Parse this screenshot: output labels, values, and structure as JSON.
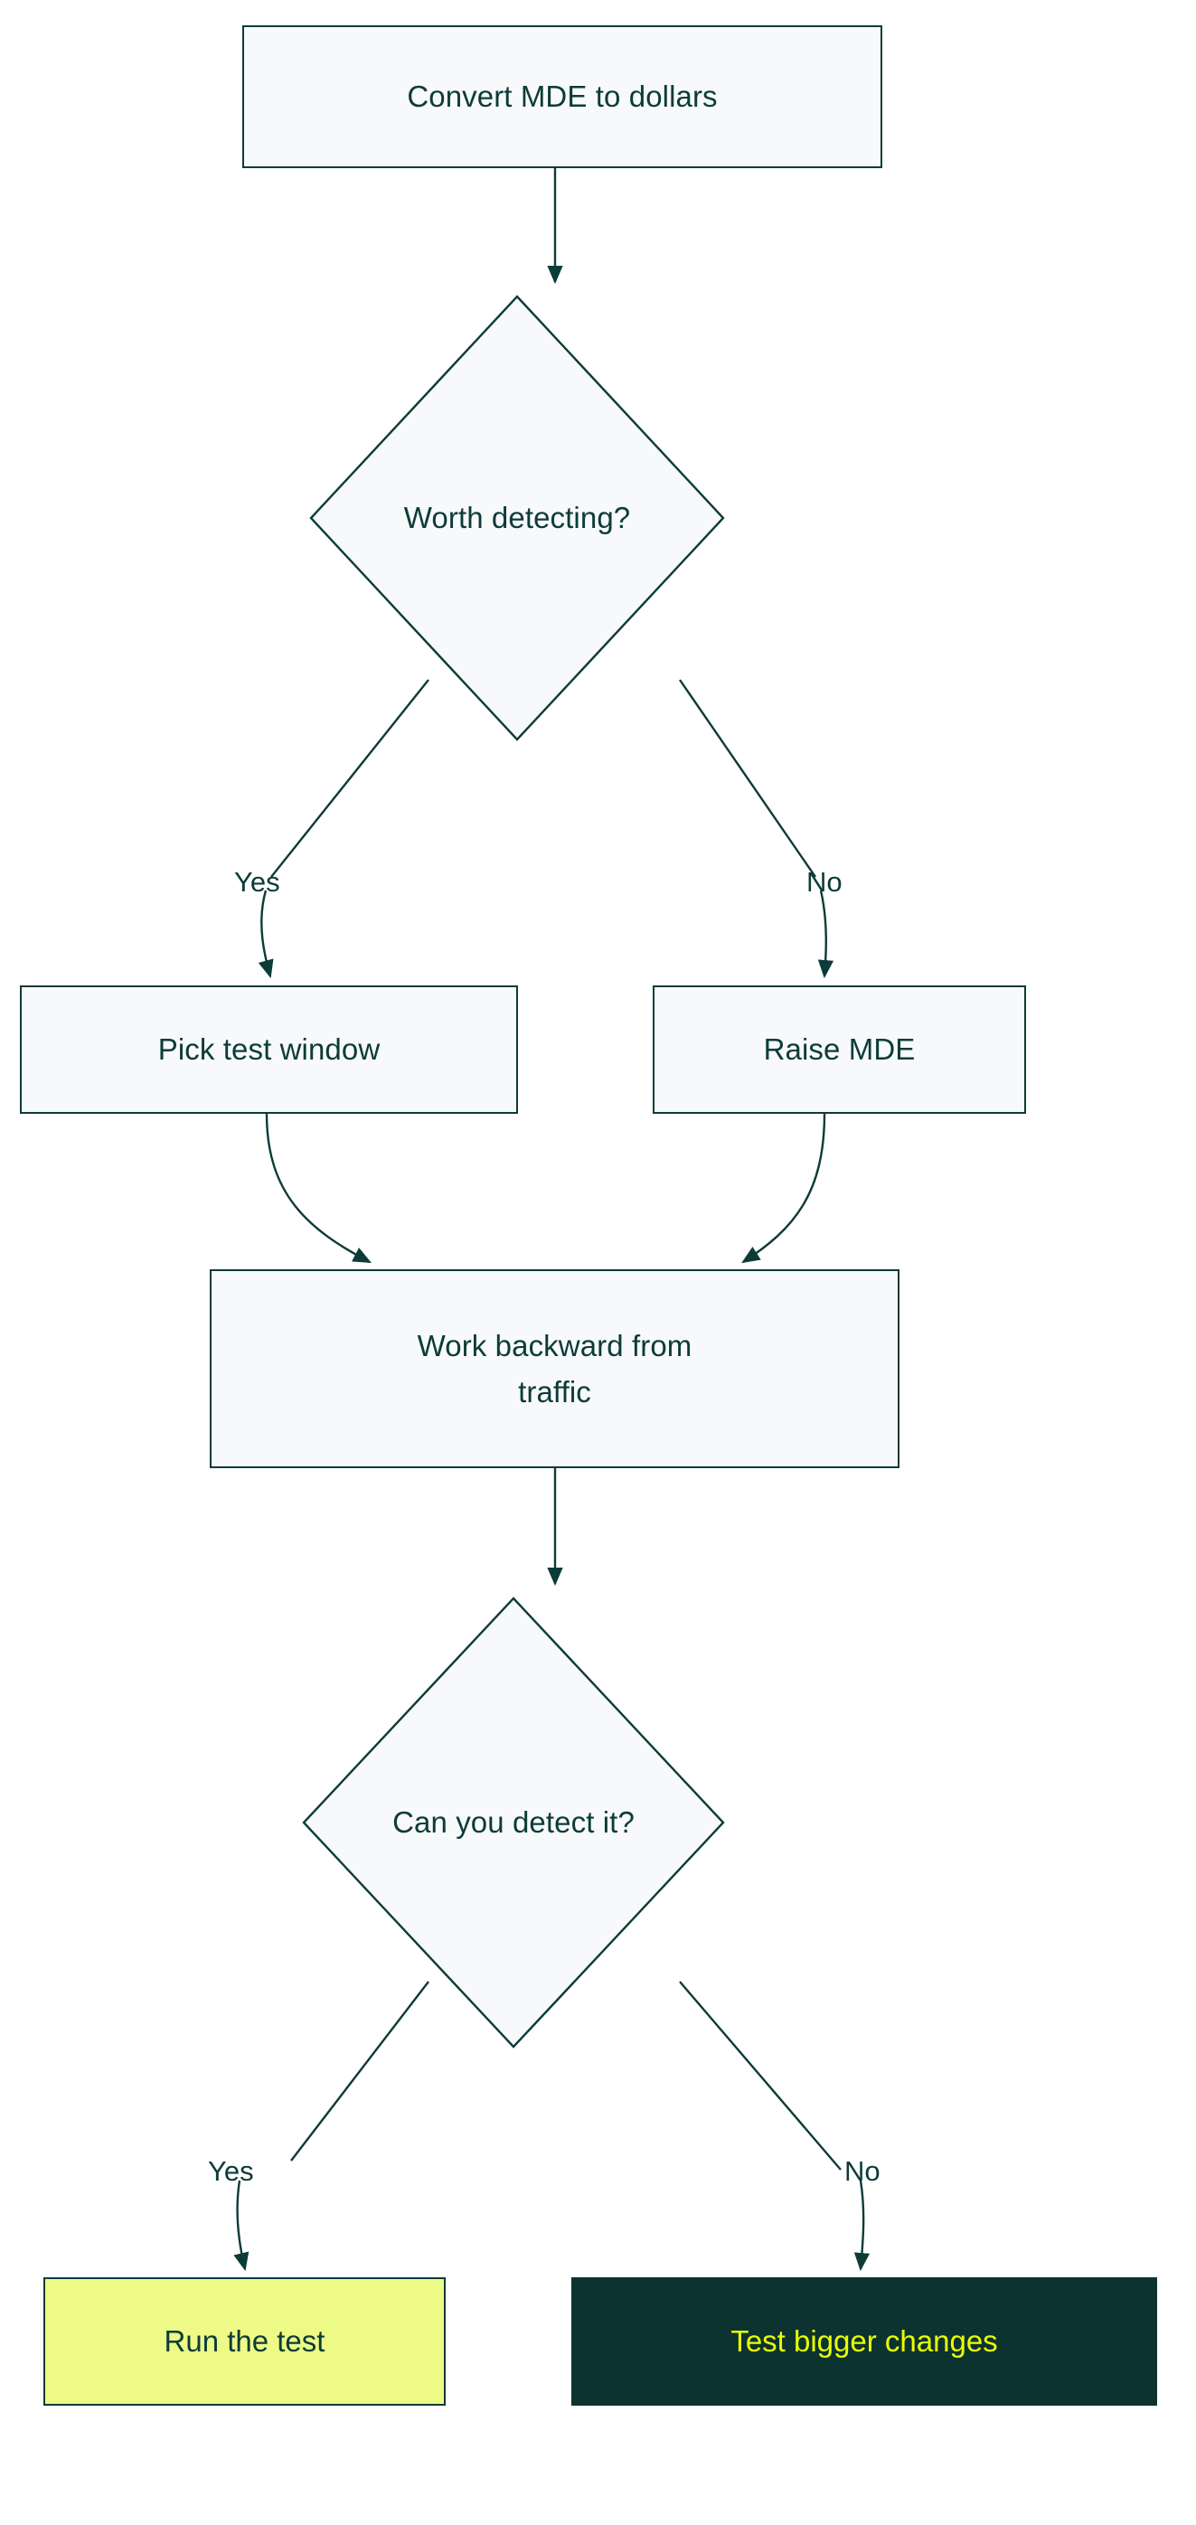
{
  "diagram": {
    "type": "flowchart",
    "title": "",
    "orientation": "top-down",
    "colors": {
      "node_fill": "#f7f9fa",
      "node_stroke": "#0d3b38",
      "text": "#0d3b38",
      "edge": "#0d3b38",
      "highlight_yes_fill": "#eefa86",
      "highlight_no_fill": "#0d3330",
      "highlight_no_text": "#e9ff00",
      "background": "#ffffff"
    },
    "nodes": [
      {
        "id": "convert",
        "shape": "rectangle",
        "label": "Convert MDE to dollars"
      },
      {
        "id": "worth",
        "shape": "diamond",
        "label": "Worth detecting?"
      },
      {
        "id": "pick",
        "shape": "rectangle",
        "label": "Pick test window"
      },
      {
        "id": "raise",
        "shape": "rectangle",
        "label": "Raise MDE"
      },
      {
        "id": "backward",
        "shape": "rectangle",
        "label_line1": "Work backward from",
        "label_line2": "traffic"
      },
      {
        "id": "candetect",
        "shape": "diamond",
        "label": "Can you detect it?"
      },
      {
        "id": "runtest",
        "shape": "rectangle",
        "label": "Run the test"
      },
      {
        "id": "bigger",
        "shape": "rectangle",
        "label": "Test bigger changes"
      }
    ],
    "edges": [
      {
        "from": "convert",
        "to": "worth",
        "label": ""
      },
      {
        "from": "worth",
        "to": "pick",
        "label": "Yes"
      },
      {
        "from": "worth",
        "to": "raise",
        "label": "No"
      },
      {
        "from": "pick",
        "to": "backward",
        "label": ""
      },
      {
        "from": "raise",
        "to": "backward",
        "label": ""
      },
      {
        "from": "backward",
        "to": "candetect",
        "label": ""
      },
      {
        "from": "candetect",
        "to": "runtest",
        "label": "Yes"
      },
      {
        "from": "candetect",
        "to": "bigger",
        "label": "No"
      }
    ],
    "edge_labels": {
      "worth_yes": "Yes",
      "worth_no": "No",
      "detect_yes": "Yes",
      "detect_no": "No"
    }
  }
}
